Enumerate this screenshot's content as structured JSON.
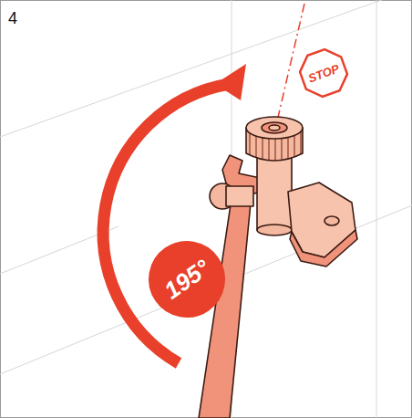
{
  "diagram": {
    "nodes": [
      {
        "text": [
          "STOP"
        ]
      },
      {
        "text": [
          "195°"
        ]
      }
    ],
    "labels": [
      "4"
    ]
  }
}
